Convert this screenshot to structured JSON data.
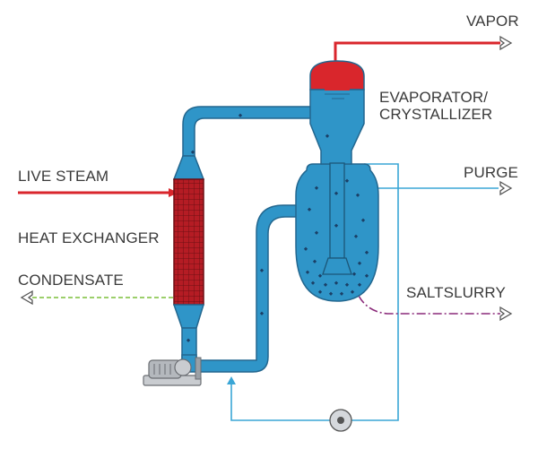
{
  "labels": {
    "vapor": "VAPOR",
    "evaporator_line1": "EVAPORATOR/",
    "evaporator_line2": "CRYSTALLIZER",
    "live_steam": "LIVE STEAM",
    "purge": "PURGE",
    "heat_exchanger": "HEAT EXCHANGER",
    "condensate": "CONDENSATE",
    "salt_slurry": "SALTSLURRY"
  },
  "colors": {
    "vessel_blue": "#2f95c8",
    "vessel_outline": "#23678f",
    "steam_red": "#d9262c",
    "heat_exchanger_red": "#c01e25",
    "condensate_green": "#7bbf3a",
    "purge_blue": "#3aa6d6",
    "slurry_purple": "#8a2a7a",
    "text_gray": "#3a3a3a"
  },
  "icons": [
    "arrow-right-icon",
    "arrow-left-icon",
    "pump-icon",
    "circulation-pump-icon"
  ]
}
